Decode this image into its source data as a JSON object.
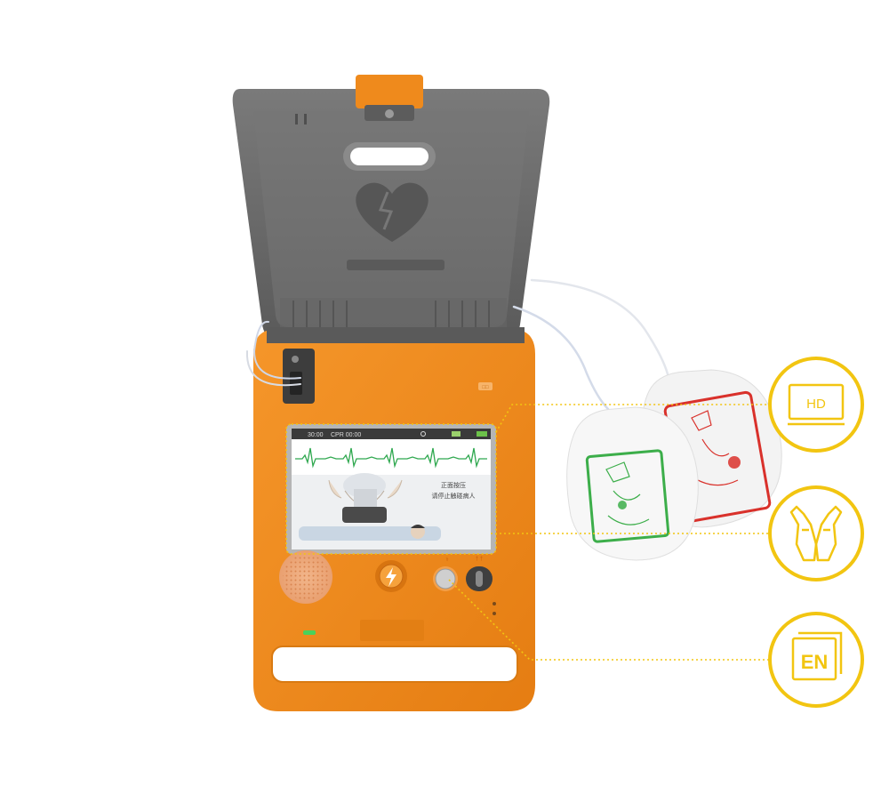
{
  "colors": {
    "body_orange": "#f08a1e",
    "lid_gray": "#6b6b6b",
    "accent_yellow": "#f2c511",
    "pad_green": "#3cae4a",
    "pad_red": "#d9312b",
    "ecg_green": "#2fa84f"
  },
  "screen": {
    "status_time": "30:00",
    "status_cpr": "CPR 00:00",
    "prompt_line1": "正面按压",
    "prompt_line2": "请停止触碰病人"
  },
  "device": {
    "label_chip": "□□",
    "shock_icon": "lightning-bolt-icon"
  },
  "features": [
    {
      "id": "hd-screen",
      "label": "HD",
      "icon": "monitor-icon"
    },
    {
      "id": "pads",
      "label": "",
      "icon": "glove-hands-icon"
    },
    {
      "id": "language",
      "label": "EN",
      "icon": "language-en-icon"
    }
  ]
}
